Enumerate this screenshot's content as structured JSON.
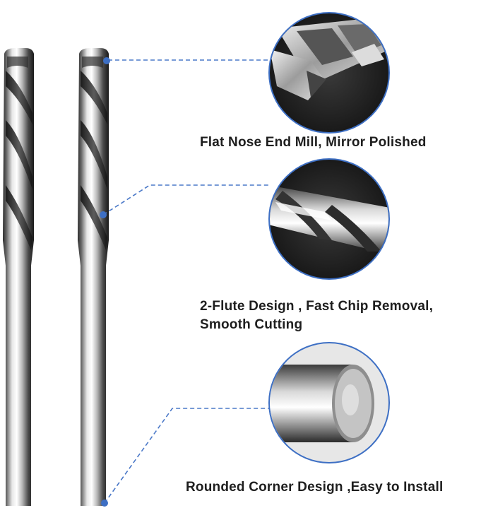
{
  "features": [
    {
      "caption_lines": [
        "Flat Nose End Mill, Mirror Polished"
      ],
      "icon": "end-mill-tip-closeup"
    },
    {
      "caption_lines": [
        "2-Flute Design , Fast Chip Removal,",
        "Smooth Cutting"
      ],
      "icon": "flute-closeup"
    },
    {
      "caption_lines": [
        "Rounded Corner Design ,Easy to Install"
      ],
      "icon": "shank-end-closeup"
    }
  ],
  "colors": {
    "accent_blue": "#3d6fc4",
    "leader_line": "#4a78c8",
    "text": "#1e1e1e",
    "closeup_bg": "#1b1b1b"
  }
}
